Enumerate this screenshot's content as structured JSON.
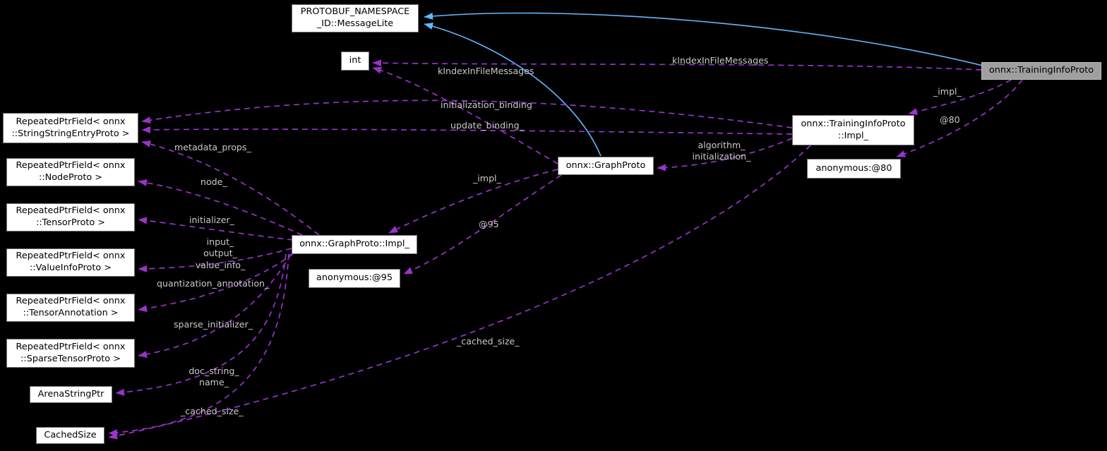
{
  "diagram": {
    "colors": {
      "background": "#000000",
      "usage_edge": "#9a32cd",
      "inheritance_edge": "#63b8ff",
      "edge_label_text": "#c9c9c9",
      "node_fill": "#ffffff",
      "node_border": "#707070",
      "node_text": "#000000",
      "highlighted_node_fill": "#9f9f9f"
    },
    "nodes": {
      "messagelite": {
        "label": "PROTOBUF_NAMESPACE\n_ID::MessageLite"
      },
      "int_type": {
        "label": "int"
      },
      "rpf_stringstringentry": {
        "label": "RepeatedPtrField< onnx\n::StringStringEntryProto >"
      },
      "rpf_nodeproto": {
        "label": "RepeatedPtrField< onnx\n::NodeProto >"
      },
      "rpf_tensorproto": {
        "label": "RepeatedPtrField< onnx\n::TensorProto >"
      },
      "rpf_valueinfoproto": {
        "label": "RepeatedPtrField< onnx\n::ValueInfoProto >"
      },
      "rpf_tensorannotation": {
        "label": "RepeatedPtrField< onnx\n::TensorAnnotation >"
      },
      "rpf_sparsetensorproto": {
        "label": "RepeatedPtrField< onnx\n::SparseTensorProto >"
      },
      "arenastringptr": {
        "label": "ArenaStringPtr"
      },
      "cachedsize": {
        "label": "CachedSize"
      },
      "graphproto_impl": {
        "label": "onnx::GraphProto::Impl_"
      },
      "anonymous95": {
        "label": "anonymous:@95"
      },
      "graphproto": {
        "label": "onnx::GraphProto"
      },
      "traininginfoproto_impl": {
        "label": "onnx::TrainingInfoProto\n::Impl_"
      },
      "anonymous80": {
        "label": "anonymous:@80"
      },
      "traininginfoproto": {
        "label": "onnx::TrainingInfoProto"
      }
    },
    "edge_labels": {
      "kindexinfilemessages_left": {
        "text": "kIndexInFileMessages"
      },
      "kindexinfilemessages_right": {
        "text": "kIndexInFileMessages"
      },
      "initialization_binding": {
        "text": "initialization_binding"
      },
      "update_binding": {
        "text": "update_binding_"
      },
      "metadata_props": {
        "text": "metadata_props_"
      },
      "node_field": {
        "text": "node_"
      },
      "initializer": {
        "text": "initializer_"
      },
      "input_output_value_info": {
        "text": "input_\noutput_\nvalue_info_"
      },
      "quantization_annotation": {
        "text": "quantization_annotation_"
      },
      "sparse_initializer": {
        "text": "sparse_initializer_"
      },
      "doc_string_name": {
        "text": "doc_string_\nname_"
      },
      "cached_size_graph": {
        "text": "_cached_size_"
      },
      "impl_graph": {
        "text": "_impl_"
      },
      "at95": {
        "text": "@95"
      },
      "algorithm_initialization": {
        "text": "algorithm_\ninitialization_"
      },
      "impl_training": {
        "text": "_impl_"
      },
      "at80": {
        "text": "@80"
      },
      "cached_size_training": {
        "text": "_cached_size_"
      }
    }
  }
}
